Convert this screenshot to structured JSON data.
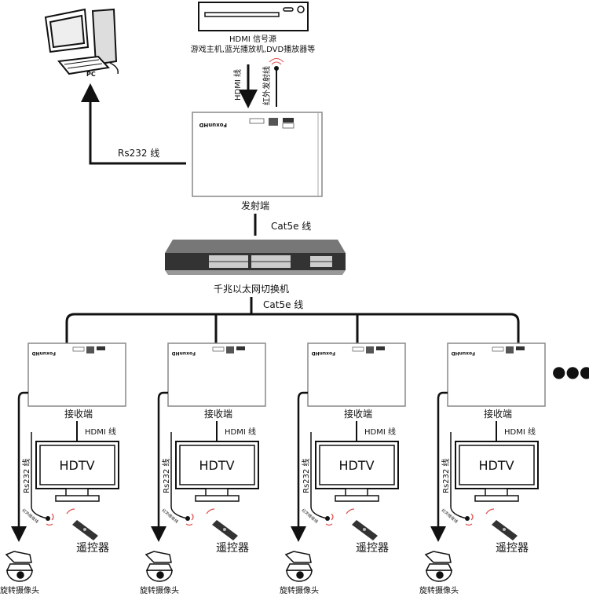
{
  "source": {
    "line1": "HDMI 信号源",
    "line2": "游戏主机,蓝光播放机,DVD播放器等"
  },
  "pc_label": "PC",
  "hdmi_cable": "HDMI 线",
  "ir_emitter_cable": "红外发射线",
  "rs232_top": "Rs232 线",
  "transmitter": {
    "label": "发射端",
    "brand": "FoxunHD"
  },
  "cat5e_top": "Cat5e 线",
  "switch_label": "千兆以太网切换机",
  "cat5e_bus": "Cat5e 线",
  "receiver": {
    "label": "接收端",
    "brand": "FoxunHD",
    "hdmi_cable": "HDMI 线",
    "tv": "HDTV",
    "rs232": "Rs232 线",
    "ir_receiver": "红外接收线",
    "remote": "遥控器",
    "camera": "旋转摄像头"
  },
  "more": "●●●",
  "colors": {
    "line": "#111111",
    "ir": "#e05050"
  }
}
